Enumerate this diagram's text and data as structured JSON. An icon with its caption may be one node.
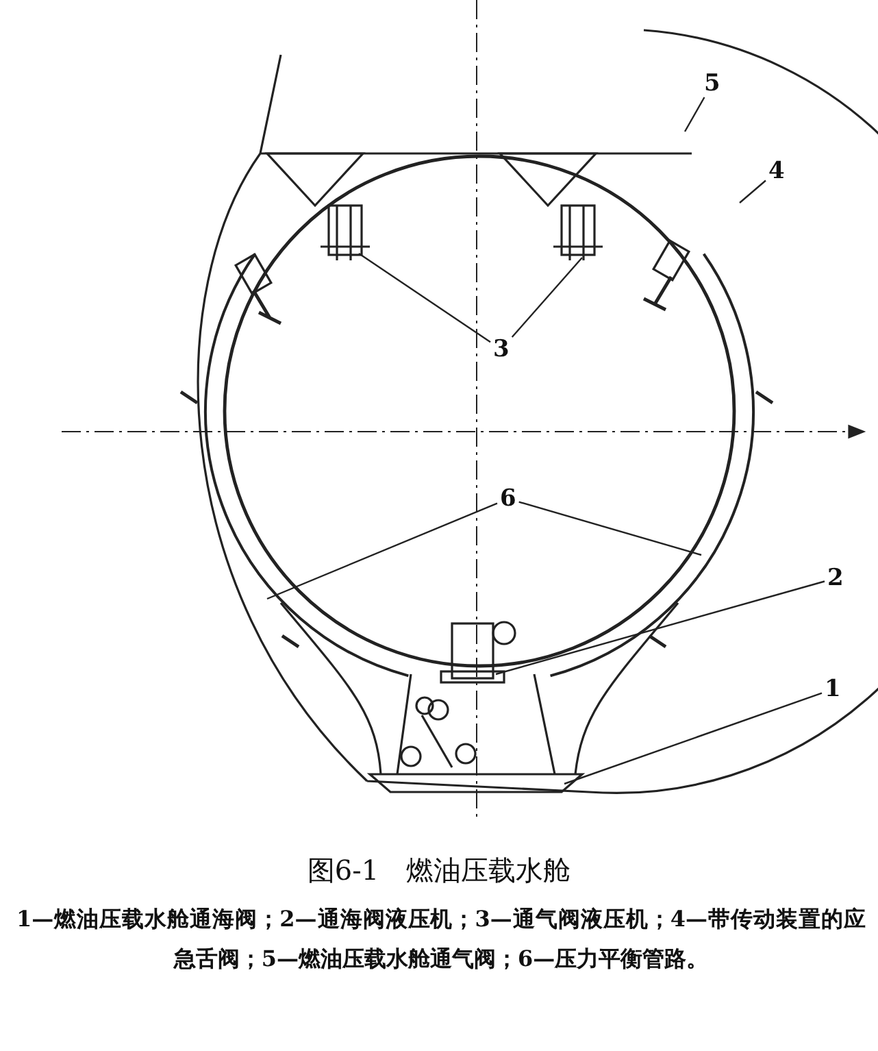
{
  "diagram": {
    "caption": "图6-1　燃油压载水舱",
    "nodes": [
      {
        "text": [
          "5"
        ]
      },
      {
        "text": [
          "4"
        ]
      },
      {
        "text": [
          "3"
        ]
      },
      {
        "text": [
          "6"
        ]
      },
      {
        "text": [
          "2"
        ]
      },
      {
        "text": [
          "1"
        ]
      }
    ],
    "edges": [
      {
        "from": 0,
        "to": null,
        "arrow": "none"
      },
      {
        "from": 1,
        "to": null,
        "arrow": "none"
      },
      {
        "from": 2,
        "to": null,
        "arrow": "none"
      },
      {
        "from": 2,
        "to": null,
        "arrow": "none"
      },
      {
        "from": 3,
        "to": null,
        "arrow": "none"
      },
      {
        "from": 3,
        "to": null,
        "arrow": "none"
      },
      {
        "from": 4,
        "to": null,
        "arrow": "none"
      },
      {
        "from": 5,
        "to": null,
        "arrow": "none"
      }
    ],
    "labels": [
      "1—燃油压载水舱通海阀；2—通海阀液压机；3—通气阀液压机；4—带传动装置的应急舌阀；5—燃油压载水舱通气阀；6—压力平衡管路。"
    ]
  }
}
